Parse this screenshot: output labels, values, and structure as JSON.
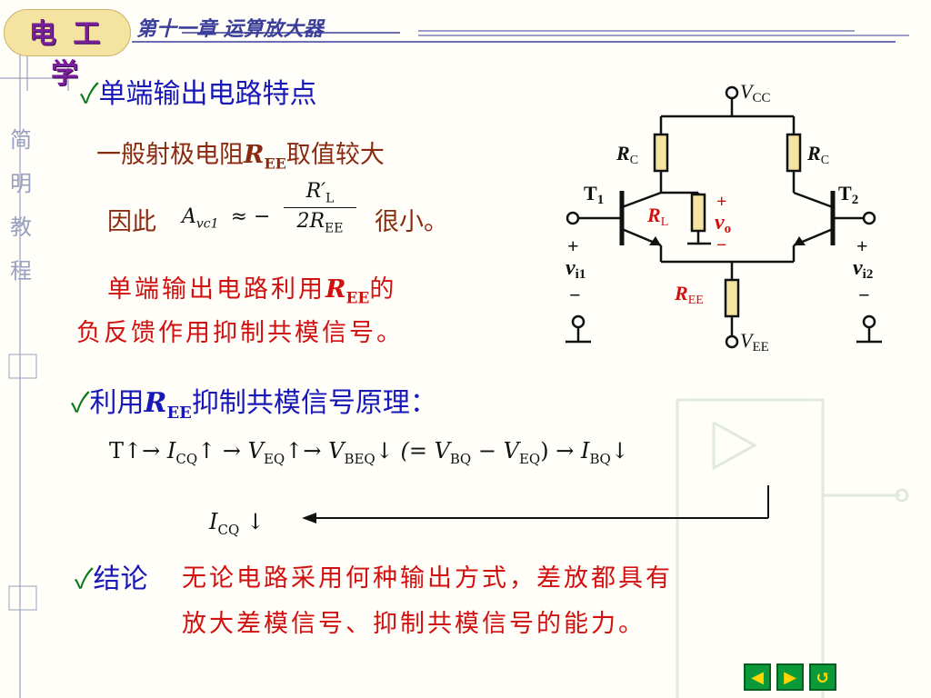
{
  "header": {
    "logo_text": "电 工 学",
    "chapter_title": "第十一章  运算放大器"
  },
  "side": {
    "chars": [
      "简",
      "明",
      "教",
      "程"
    ]
  },
  "section1": {
    "heading": "单端输出电路特点",
    "line1_prefix": "一般射极电阻",
    "line1_r": "R",
    "line1_sub": "EE",
    "line1_suffix": "取值较大",
    "therefore": "因此",
    "small": "很小。",
    "formula": {
      "lhs_var": "A",
      "lhs_sub": "vc1",
      "approx": "≈ −",
      "num": "R′",
      "num_sub": "L",
      "den": "2R",
      "den_sub": "EE"
    },
    "red_line1_prefix": "单端输出电路利用",
    "red_line1_r": "R",
    "red_line1_sub": "EE",
    "red_line1_suffix": "的",
    "red_line2": "负反馈作用抑制共模信号。"
  },
  "section2": {
    "heading_prefix": "利用",
    "heading_r": "R",
    "heading_sub": "EE",
    "heading_suffix": "抑制共模信号原理："
  },
  "chain": {
    "items": [
      {
        "main": "T",
        "sub": "",
        "arrow": "↑→"
      },
      {
        "main": "I",
        "sub": "CQ",
        "arrow": "↑  →"
      },
      {
        "main": "V",
        "sub": "EQ",
        "arrow": "↑→"
      },
      {
        "main": "V",
        "sub": "BEQ",
        "arrow": "↓"
      },
      {
        "main": "(= V",
        "sub": "BQ",
        "arrow": ""
      },
      {
        "main": "− V",
        "sub": "EQ",
        "arrow": ")  →"
      },
      {
        "main": "I",
        "sub": "BQ",
        "arrow": "↓"
      }
    ],
    "result_main": "I",
    "result_sub": "CQ",
    "result_arrow": "↓"
  },
  "conclusion": {
    "label": "结论",
    "text1": "无论电路采用何种输出方式，差放都具有",
    "text2": "放大差模信号、抑制共模信号的能力。"
  },
  "circuit": {
    "vcc": "V",
    "vcc_sub": "CC",
    "vee": "V",
    "vee_sub": "EE",
    "rc_left": "R",
    "rc_left_sub": "C",
    "rc_right": "R",
    "rc_right_sub": "C",
    "rl": "R",
    "rl_sub": "L",
    "ree": "R",
    "ree_sub": "EE",
    "t1": "T",
    "t1_sub": "1",
    "t2": "T",
    "t2_sub": "2",
    "vo": "v",
    "vo_sub": "o",
    "vi1": "v",
    "vi1_sub": "i1",
    "vi2": "v",
    "vi2_sub": "i2",
    "plus": "+",
    "minus": "−"
  },
  "nav": {
    "prev": "◀",
    "next": "▶",
    "back": "↺"
  },
  "colors": {
    "accent_blue": "#1818b8",
    "accent_red": "#d11010",
    "check_green": "#0a7a1a",
    "brown": "#8a2a10"
  }
}
